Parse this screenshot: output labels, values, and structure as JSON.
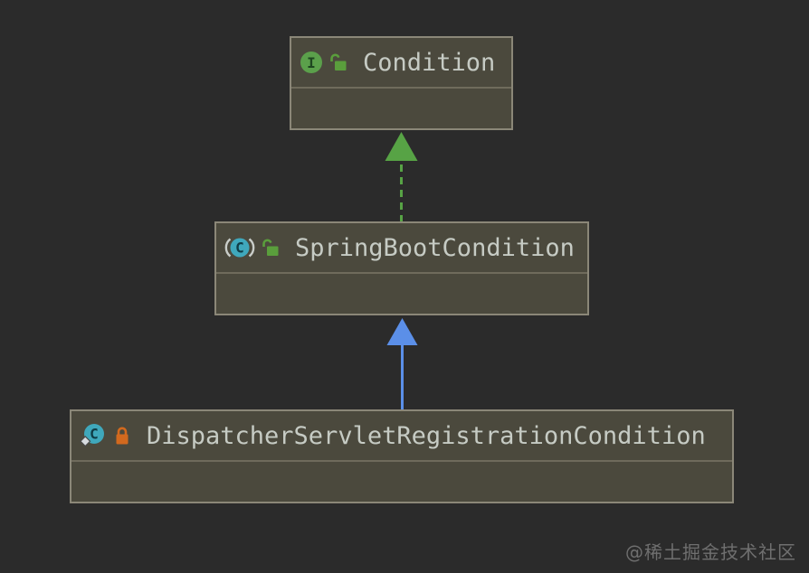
{
  "canvas": {
    "background": "#2b2b2b"
  },
  "diagram": {
    "type": "uml-class-diagram",
    "nodes": [
      {
        "label": "Condition",
        "kind": "interface",
        "icon": {
          "name": "interface-icon",
          "glyph": "I",
          "color": "#5ba04b"
        },
        "visibility": {
          "name": "lock-open-icon",
          "state": "public",
          "color": "#5a9e3c"
        }
      },
      {
        "label": "SpringBootCondition",
        "kind": "abstract-class",
        "icon": {
          "name": "abstract-class-icon",
          "glyph": "C",
          "color": "#3fa8bc"
        },
        "visibility": {
          "name": "lock-open-icon",
          "state": "public",
          "color": "#5a9e3c"
        }
      },
      {
        "label": "DispatcherServletRegistrationCondition",
        "kind": "class",
        "icon": {
          "name": "class-icon",
          "glyph": "C",
          "color": "#3fa8bc"
        },
        "visibility": {
          "name": "lock-closed-icon",
          "state": "package-private",
          "color": "#d2691e"
        }
      }
    ],
    "edges": [
      {
        "from": "SpringBootCondition",
        "to": "Condition",
        "relation": "implements",
        "line": "dashed",
        "color": "#57a345"
      },
      {
        "from": "DispatcherServletRegistrationCondition",
        "to": "SpringBootCondition",
        "relation": "extends",
        "line": "solid",
        "color": "#5b8fe8"
      }
    ],
    "box": {
      "fill": "#4b493d",
      "border": "#8b8778",
      "divider": "#6f6b5c",
      "text_color": "#c6cbc4"
    }
  },
  "watermark": {
    "text": "@稀土掘金技术社区"
  }
}
